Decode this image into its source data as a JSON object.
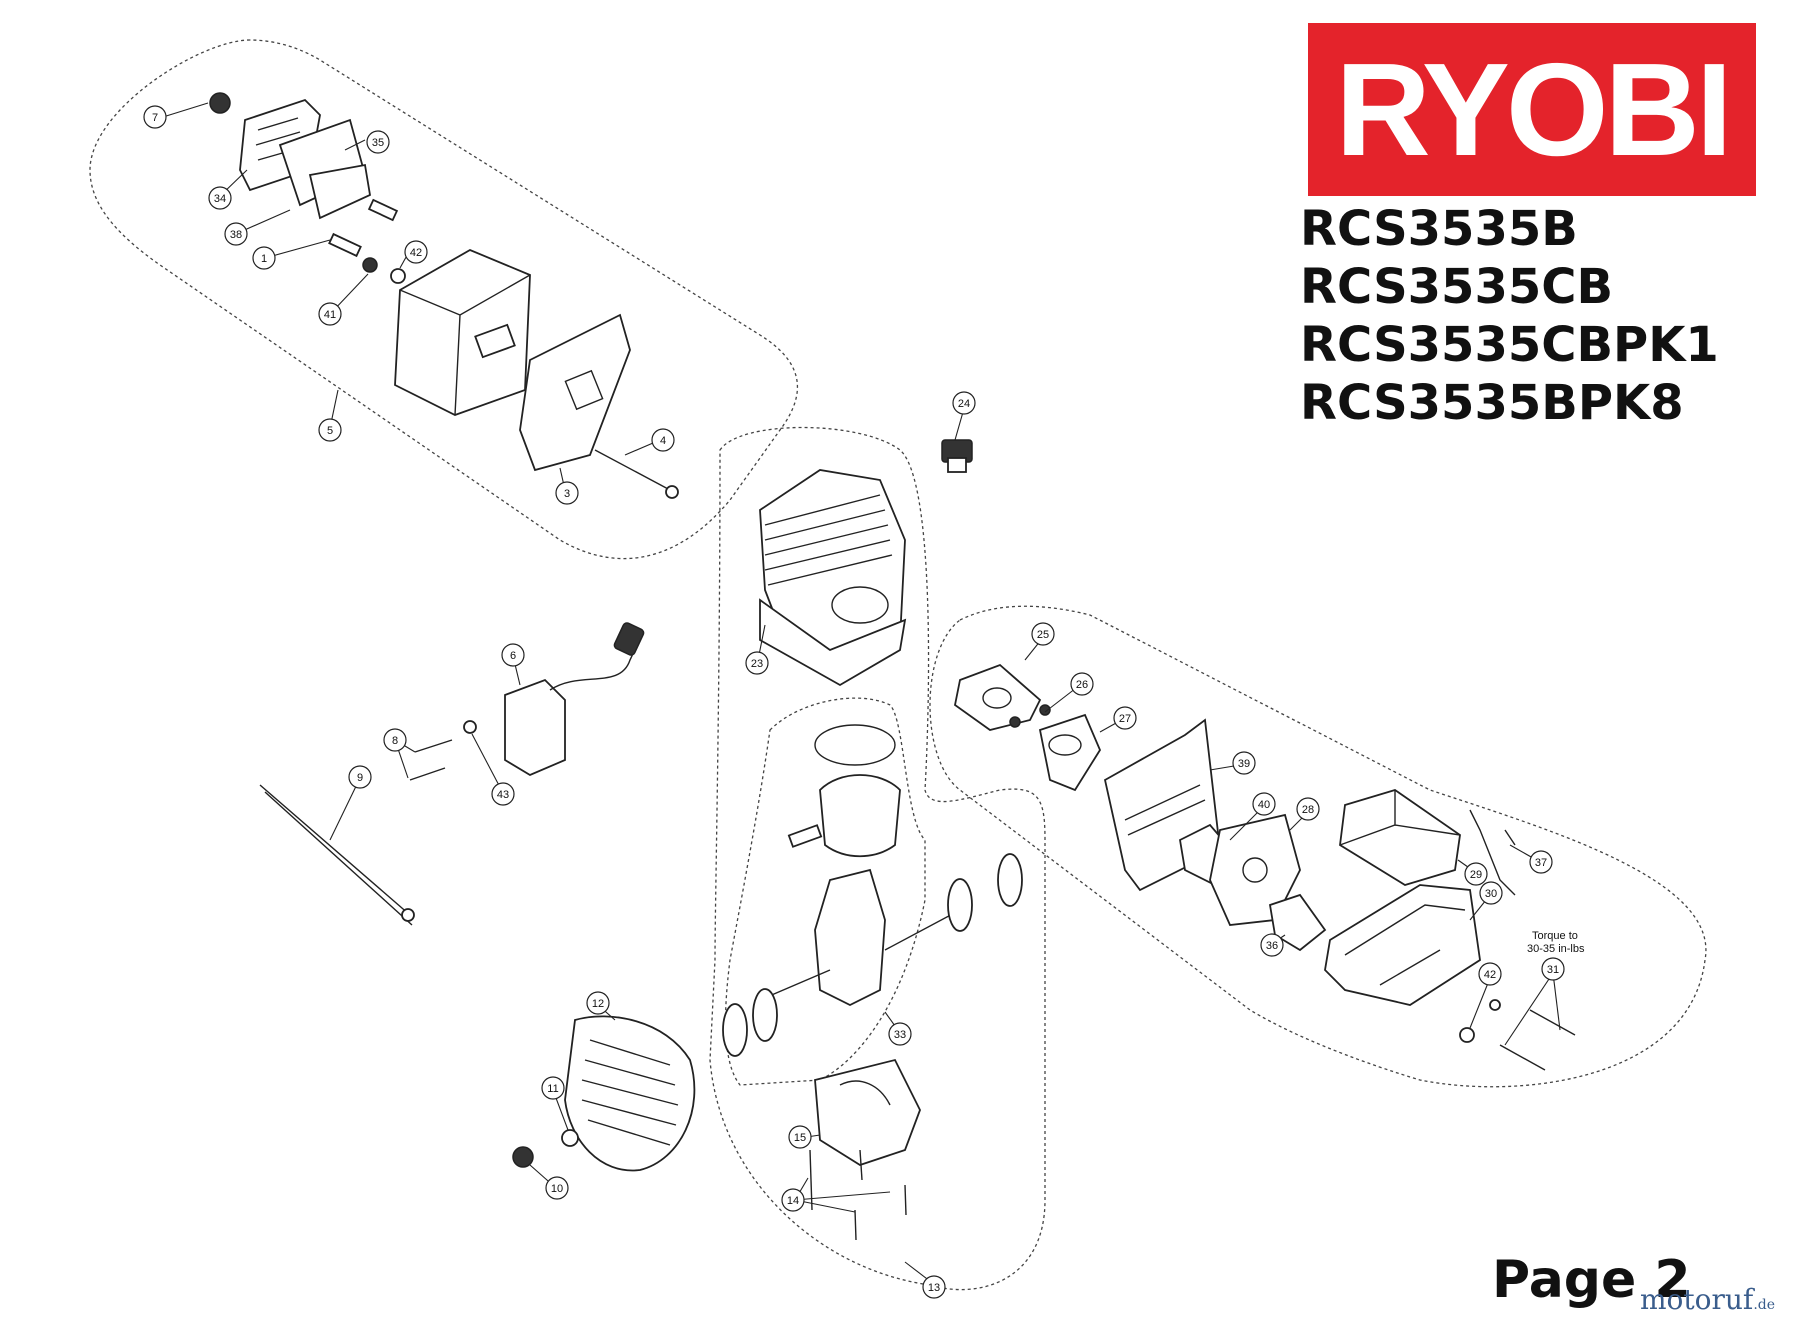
{
  "brand": "RYOBI",
  "models": [
    "RCS3535B",
    "RCS3535CB",
    "RCS3535CBPK1",
    "RCS3535BPK8"
  ],
  "page_label": "Page 2",
  "watermark": {
    "main": "motoruf",
    "tld": ".de"
  },
  "torque_note": {
    "line1": "Torque to",
    "line2": "30-35 in-lbs"
  },
  "colors": {
    "logo_background": "#e4232b",
    "logo_text": "#ffffff",
    "ink": "#222222",
    "watermark": "#3a5d8c"
  },
  "callouts": [
    "7",
    "35",
    "34",
    "38",
    "1",
    "42",
    "41",
    "5",
    "4",
    "3",
    "24",
    "23",
    "6",
    "8",
    "43",
    "9",
    "25",
    "26",
    "27",
    "39",
    "40",
    "28",
    "29",
    "37",
    "30",
    "36",
    "42",
    "31",
    "12",
    "11",
    "10",
    "15",
    "33",
    "14",
    "13"
  ]
}
